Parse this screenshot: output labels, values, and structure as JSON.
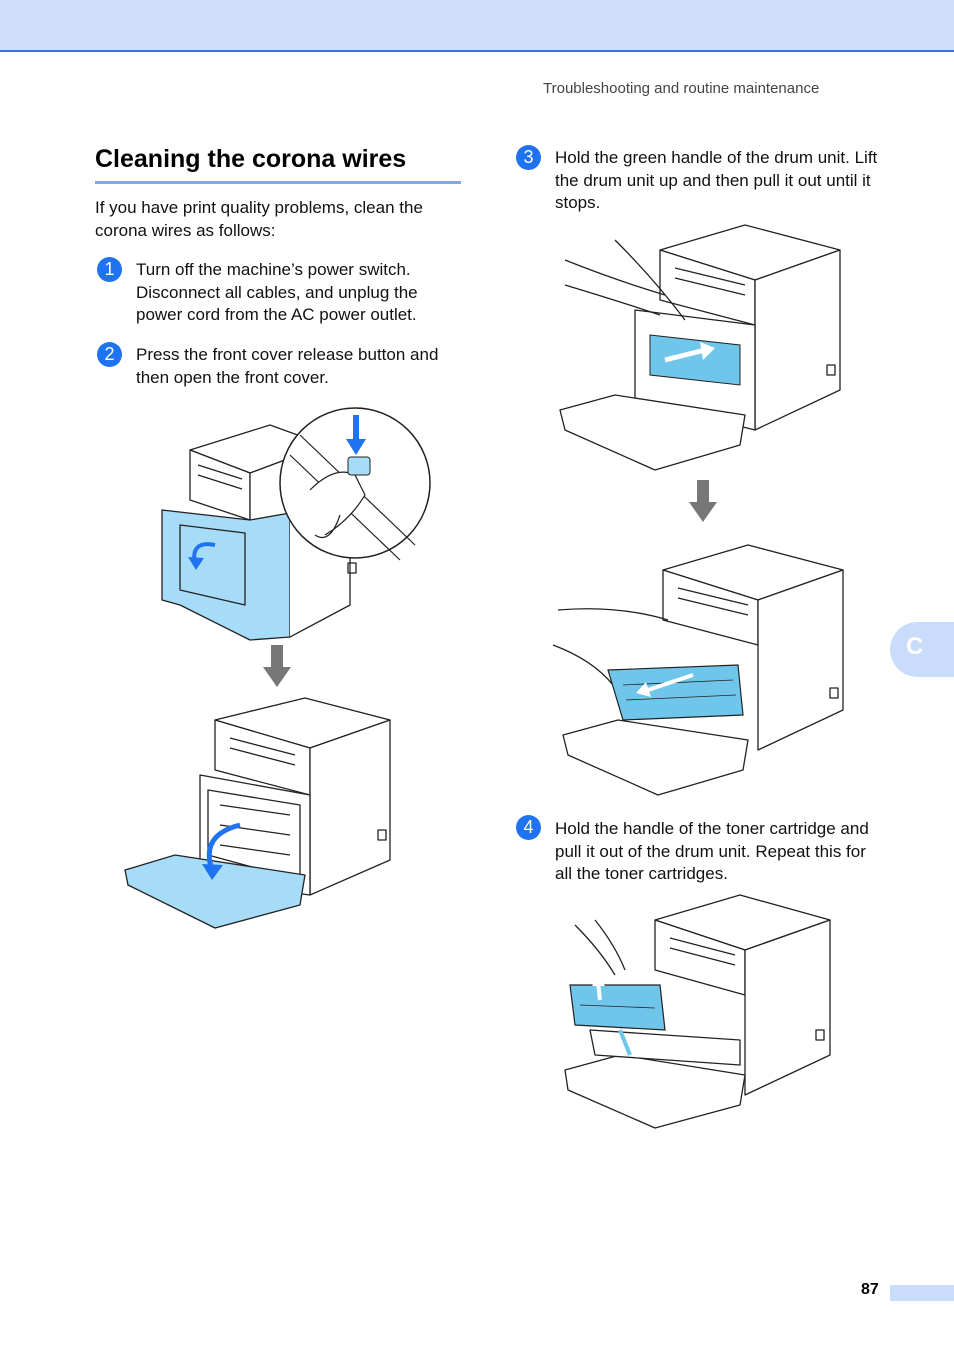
{
  "header": {
    "running_title": "Troubleshooting and routine maintenance"
  },
  "section": {
    "title": "Cleaning the corona wires",
    "intro": "If you have print quality problems, clean the corona wires as follows:"
  },
  "steps": [
    {
      "number": "1",
      "text": "Turn off the machine’s power switch. Disconnect all cables, and unplug the power cord from the AC power outlet."
    },
    {
      "number": "2",
      "text": "Press the front cover release button and then open the front cover."
    },
    {
      "number": "3",
      "text": "Hold the green handle of the drum unit. Lift the drum unit up and then pull it out until it stops."
    },
    {
      "number": "4",
      "text": "Hold the handle of the toner cartridge and pull it out of the drum unit. Repeat this for all the toner cartridges."
    }
  ],
  "side_tab": {
    "letter": "C"
  },
  "footer": {
    "page_number": "87"
  },
  "colors": {
    "accent": "#1f73f0",
    "highlight": "#a6dcf7",
    "band": "#cfdffb"
  }
}
